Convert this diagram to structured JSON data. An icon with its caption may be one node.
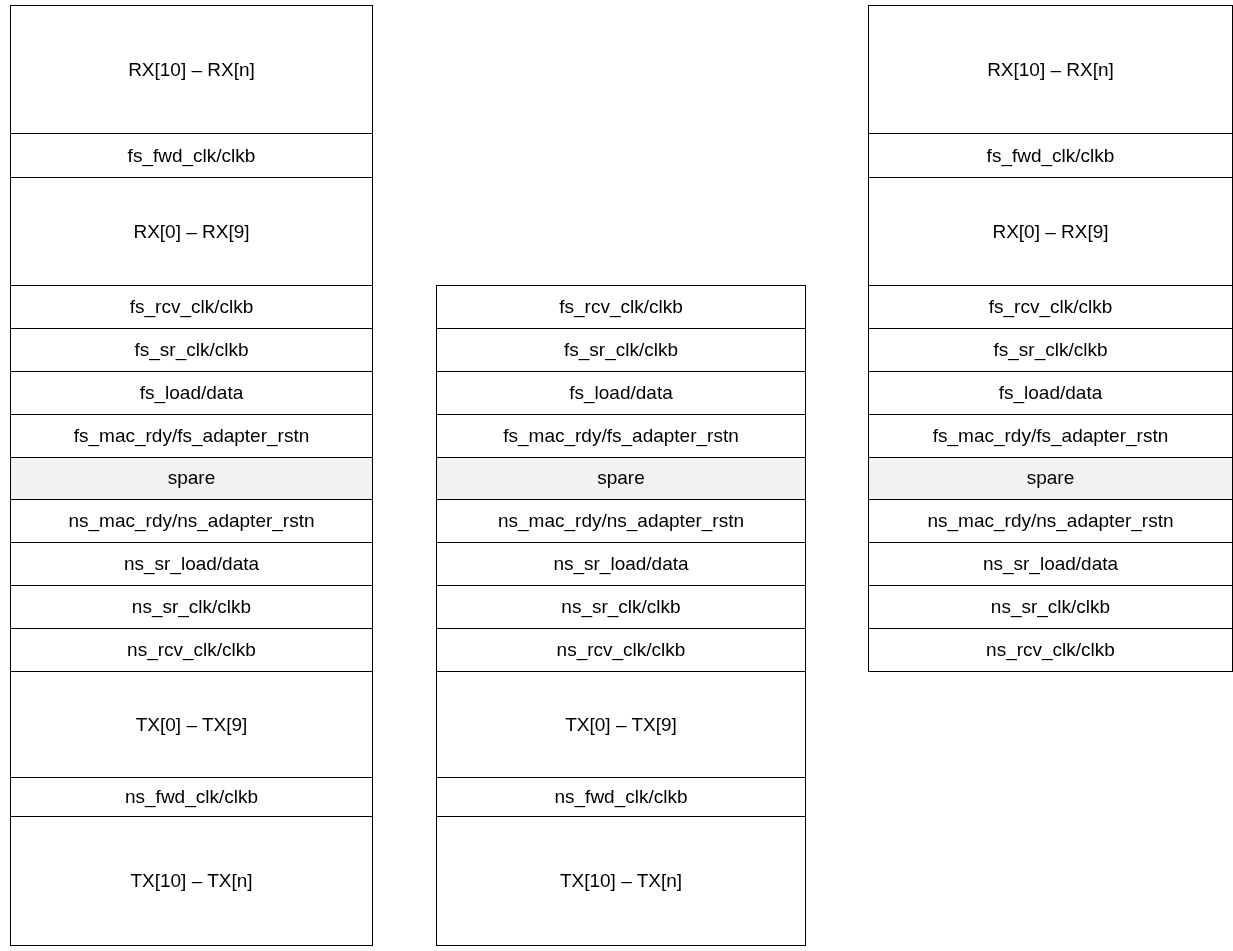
{
  "diagram": {
    "nodes": [
      {
        "text": [
          "RX[10] – RX[n]"
        ]
      },
      {
        "text": [
          "fs_fwd_clk/clkb"
        ]
      },
      {
        "text": [
          "RX[0] – RX[9]"
        ]
      },
      {
        "text": [
          "fs_rcv_clk/clkb"
        ]
      },
      {
        "text": [
          "fs_sr_clk/clkb"
        ]
      },
      {
        "text": [
          "fs_load/data"
        ]
      },
      {
        "text": [
          "fs_mac_rdy/fs_adapter_rstn"
        ]
      },
      {
        "text": [
          "spare"
        ]
      },
      {
        "text": [
          "ns_mac_rdy/ns_adapter_rstn"
        ]
      },
      {
        "text": [
          "ns_sr_load/data"
        ]
      },
      {
        "text": [
          "ns_sr_clk/clkb"
        ]
      },
      {
        "text": [
          "ns_rcv_clk/clkb"
        ]
      },
      {
        "text": [
          "TX[0] – TX[9]"
        ]
      },
      {
        "text": [
          "ns_fwd_clk/clkb"
        ]
      },
      {
        "text": [
          "TX[10] – TX[n]"
        ]
      },
      {
        "text": [
          "fs_rcv_clk/clkb"
        ]
      },
      {
        "text": [
          "fs_sr_clk/clkb"
        ]
      },
      {
        "text": [
          "fs_load/data"
        ]
      },
      {
        "text": [
          "fs_mac_rdy/fs_adapter_rstn"
        ]
      },
      {
        "text": [
          "spare"
        ]
      },
      {
        "text": [
          "ns_mac_rdy/ns_adapter_rstn"
        ]
      },
      {
        "text": [
          "ns_sr_load/data"
        ]
      },
      {
        "text": [
          "ns_sr_clk/clkb"
        ]
      },
      {
        "text": [
          "ns_rcv_clk/clkb"
        ]
      },
      {
        "text": [
          "TX[0] – TX[9]"
        ]
      },
      {
        "text": [
          "ns_fwd_clk/clkb"
        ]
      },
      {
        "text": [
          "TX[10] – TX[n]"
        ]
      },
      {
        "text": [
          "RX[10] – RX[n]"
        ]
      },
      {
        "text": [
          "fs_fwd_clk/clkb"
        ]
      },
      {
        "text": [
          "RX[0] – RX[9]"
        ]
      },
      {
        "text": [
          "fs_rcv_clk/clkb"
        ]
      },
      {
        "text": [
          "fs_sr_clk/clkb"
        ]
      },
      {
        "text": [
          "fs_load/data"
        ]
      },
      {
        "text": [
          "fs_mac_rdy/fs_adapter_rstn"
        ]
      },
      {
        "text": [
          "spare"
        ]
      },
      {
        "text": [
          "ns_mac_rdy/ns_adapter_rstn"
        ]
      },
      {
        "text": [
          "ns_sr_load/data"
        ]
      },
      {
        "text": [
          "ns_sr_clk/clkb"
        ]
      },
      {
        "text": [
          "ns_rcv_clk/clkb"
        ]
      }
    ],
    "edges": []
  }
}
